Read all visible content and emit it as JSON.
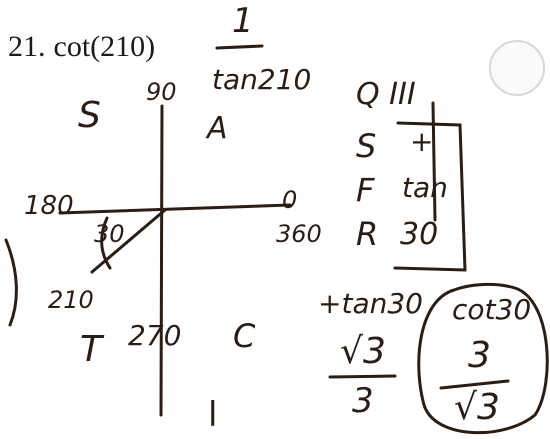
{
  "problem": {
    "number": "21.",
    "expression": "cot(210)"
  },
  "work": {
    "reciprocal_numerator": "1",
    "reciprocal_denominator": "tan210",
    "quadrant_labels": {
      "s": "S",
      "a": "A",
      "t": "T",
      "c": "C"
    },
    "angles": {
      "a90": "90",
      "a180": "180",
      "a210": "210",
      "a270": "270",
      "a360": "360",
      "zero": "0"
    },
    "ref_angle": "30",
    "quadrant_heading": "Q III",
    "sfr_letters": [
      "S",
      "F",
      "R"
    ],
    "sfr_values": [
      "+",
      "tan",
      "30"
    ],
    "tan30_label": "+tan30",
    "tan30_num": "√3",
    "tan30_den": "3",
    "cot30_label": "cot30",
    "cot30_num": "3",
    "cot30_den": "√3",
    "bottom_mark": "l"
  },
  "colors": {
    "ink": "#2b1d14",
    "print": "#1a1a1a",
    "circle_border": "#d6d6d6"
  }
}
